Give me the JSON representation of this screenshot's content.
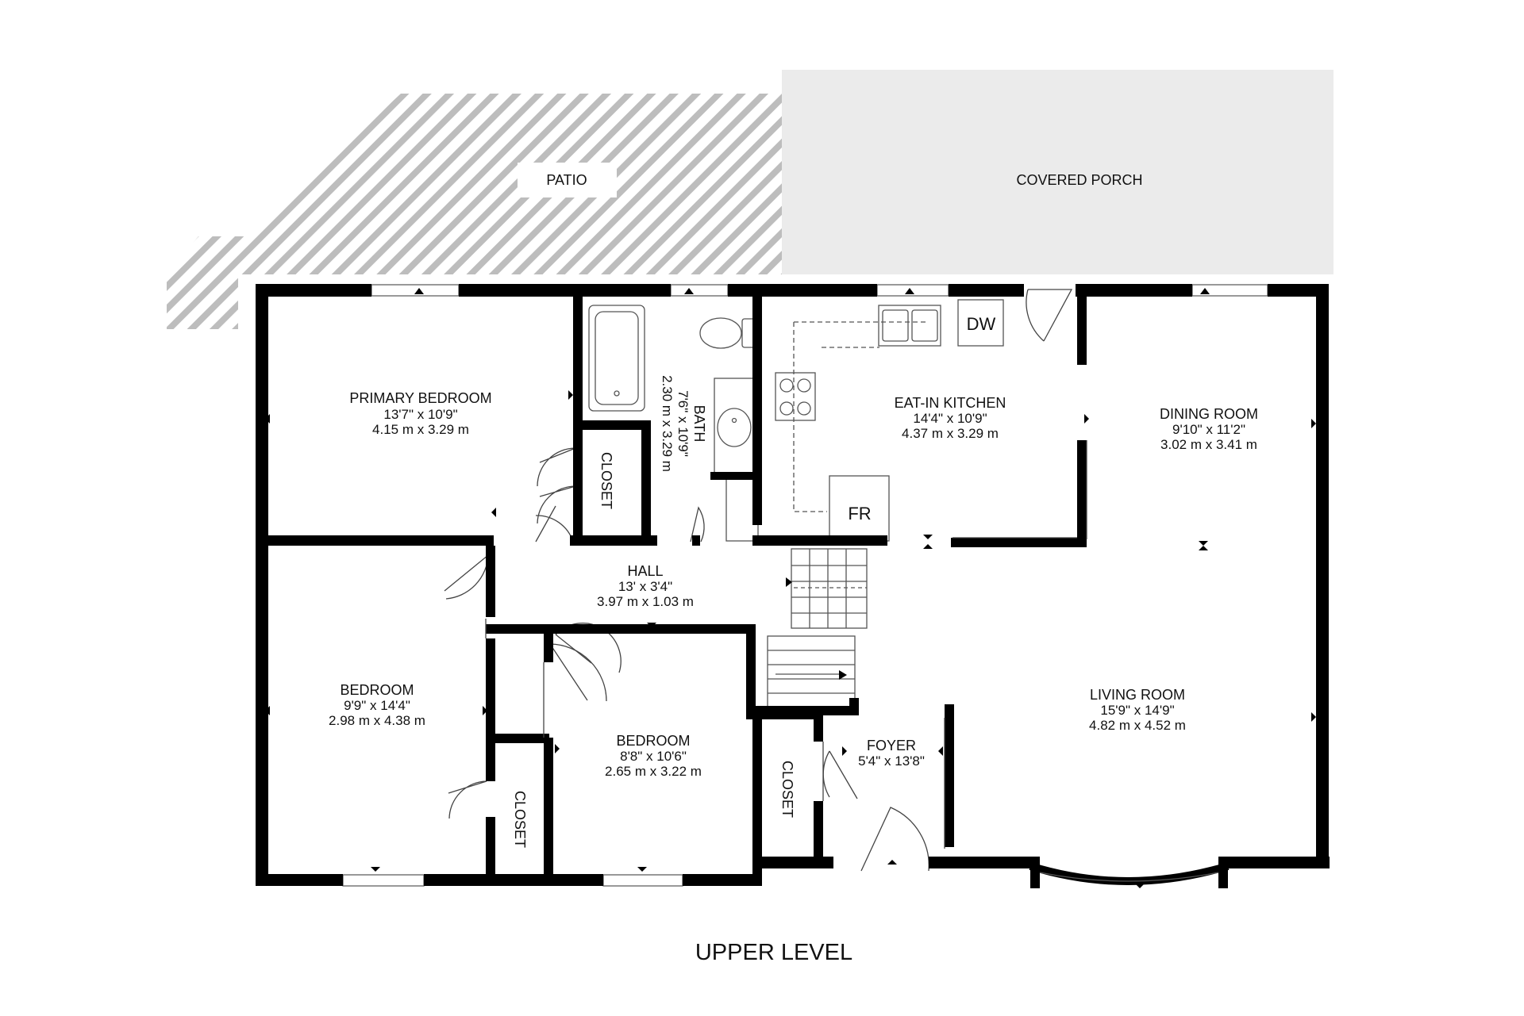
{
  "outdoor": {
    "patio": "PATIO",
    "covered_porch": "COVERED PORCH"
  },
  "rooms": {
    "primary_bedroom": {
      "name": "PRIMARY BEDROOM",
      "imperial": "13'7\" x 10'9\"",
      "metric": "4.15 m x 3.29 m"
    },
    "bath": {
      "name": "BATH",
      "imperial": "7'6\" x 10'9\"",
      "metric": "2.30 m x 3.29 m"
    },
    "closet_1": {
      "name": "CLOSET"
    },
    "eat_in_kitchen": {
      "name": "EAT-IN KITCHEN",
      "imperial": "14'4\" x 10'9\"",
      "metric": "4.37 m x 3.29 m"
    },
    "dining_room": {
      "name": "DINING ROOM",
      "imperial": "9'10\" x 11'2\"",
      "metric": "3.02 m x 3.41 m"
    },
    "hall": {
      "name": "HALL",
      "imperial": "13' x 3'4\"",
      "metric": "3.97 m x 1.03 m"
    },
    "bedroom_left": {
      "name": "BEDROOM",
      "imperial": "9'9\" x 14'4\"",
      "metric": "2.98 m x 4.38 m"
    },
    "closet_2": {
      "name": "CLOSET"
    },
    "bedroom_mid": {
      "name": "BEDROOM",
      "imperial": "8'8\" x 10'6\"",
      "metric": "2.65 m x 3.22 m"
    },
    "closet_3": {
      "name": "CLOSET"
    },
    "foyer": {
      "name": "FOYER",
      "imperial": "5'4\" x 13'8\""
    },
    "living_room": {
      "name": "LIVING ROOM",
      "imperial": "15'9\" x 14'9\"",
      "metric": "4.82 m x 4.52 m"
    }
  },
  "fixtures": {
    "dishwasher": "DW",
    "fridge": "FR"
  },
  "level_label": "UPPER LEVEL"
}
